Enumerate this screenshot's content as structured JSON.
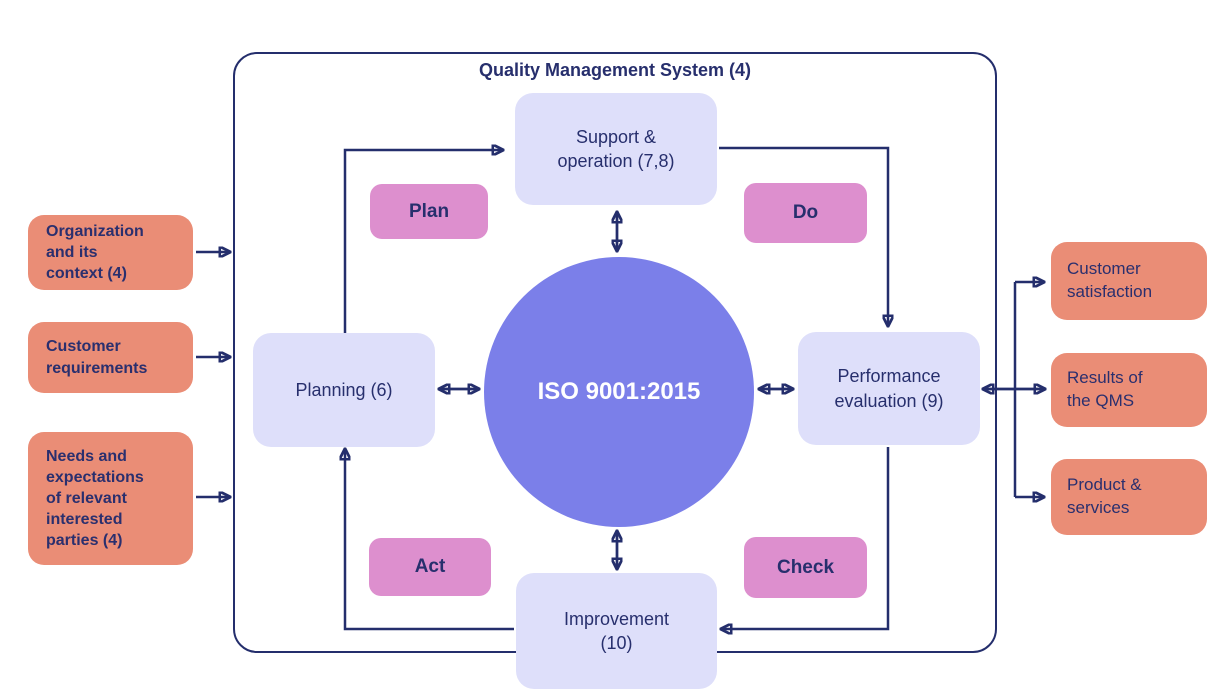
{
  "title": "Quality Management System (4)",
  "center_circle": {
    "label": "ISO 9001:2015"
  },
  "cycle": {
    "support": {
      "label": "Support &\noperation (7,8)"
    },
    "performance": {
      "label": "Performance\nevaluation (9)"
    },
    "improvement": {
      "label": "Improvement\n(10)"
    },
    "planning": {
      "label": "Planning (6)"
    }
  },
  "pdca": {
    "plan": "Plan",
    "do": "Do",
    "check": "Check",
    "act": "Act"
  },
  "inputs": [
    {
      "label": "Organization\nand its\ncontext (4)"
    },
    {
      "label": "Customer\nrequirements"
    },
    {
      "label": "Needs and\nexpectations\nof relevant\ninterested\nparties (4)"
    }
  ],
  "outputs": [
    {
      "label": "Customer\nsatisfaction"
    },
    {
      "label": "Results of\nthe QMS"
    },
    {
      "label": "Product &\nservices"
    }
  ],
  "colors": {
    "navy": "#242e6c",
    "salmon": "#ea8d76",
    "pink": "#dd8fce",
    "lavender": "#dedffa",
    "periwinkle": "#7b7fe9"
  }
}
